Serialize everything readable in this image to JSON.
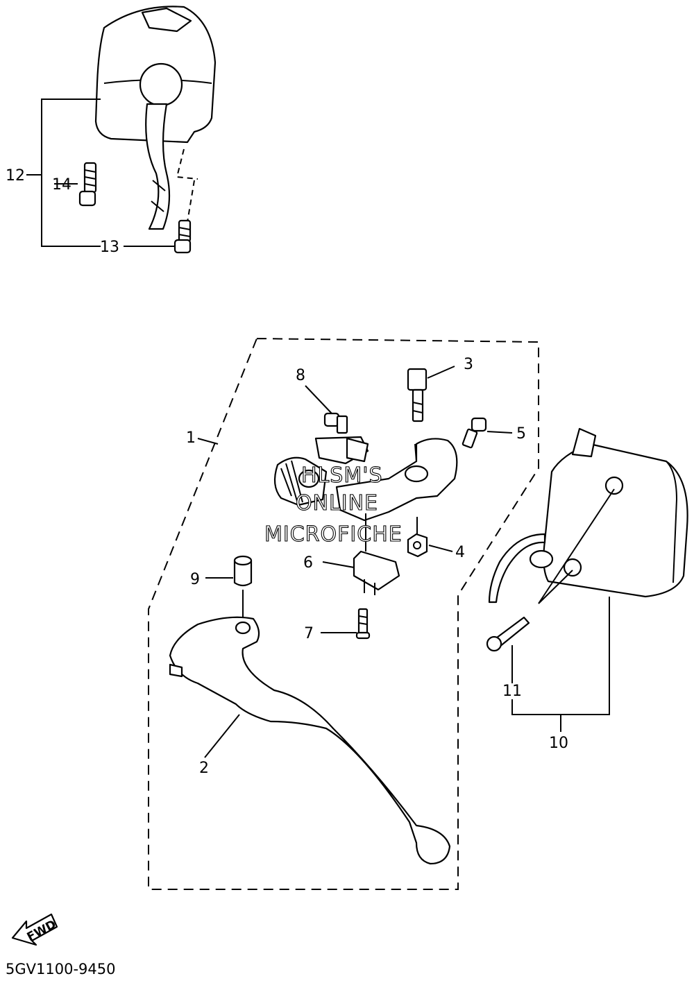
{
  "callouts": {
    "c1": "1",
    "c2": "2",
    "c3": "3",
    "c4": "4",
    "c5": "5",
    "c6": "6",
    "c7": "7",
    "c8": "8",
    "c9": "9",
    "c10": "10",
    "c11": "11",
    "c12": "12",
    "c13": "13",
    "c14": "14"
  },
  "watermark": {
    "line1": "HLSM'S",
    "line2": "ONLINE",
    "line3": "MICROFICHE"
  },
  "fwd_label": "FWD",
  "diagram_code": "5GV1100-9450"
}
